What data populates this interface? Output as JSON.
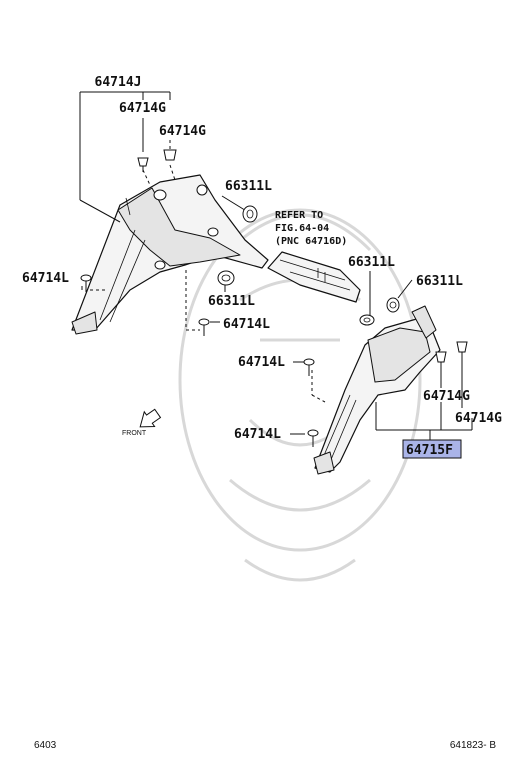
{
  "labels": {
    "p64714J": "64714J",
    "p64714G_a": "64714G",
    "p64714G_b": "64714G",
    "p66311L_a": "66311L",
    "p64714L_a": "64714L",
    "p66311L_b": "66311L",
    "p64714L_b": "64714L",
    "ref_line1": "REFER TO",
    "ref_line2": "FIG.64-04",
    "ref_line3": "(PNC 64716D)",
    "p66311L_c": "66311L",
    "p66311L_d": "66311L",
    "p64714L_c": "64714L",
    "p64714G_c": "64714G",
    "p64714G_d": "64714G",
    "p64714L_d": "64714L",
    "p64715F": "64715F",
    "front": "FRONT"
  },
  "footer": {
    "left": "6403",
    "right": "641823- B"
  },
  "colors": {
    "highlight": "#aab4e8",
    "line": "#111111"
  }
}
